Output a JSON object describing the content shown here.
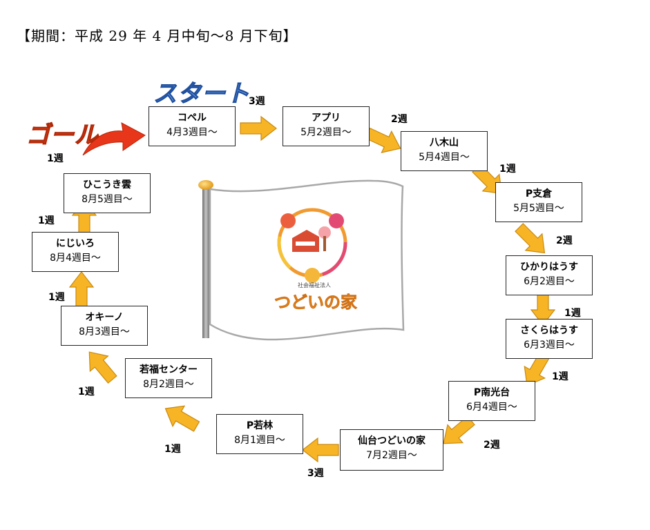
{
  "period": "【期間：平成 29 年 4 月中旬～8 月下旬】",
  "start_label": "スタート",
  "goal_label": "ゴール",
  "org": {
    "small": "社会福祉法人",
    "name": "つどいの家"
  },
  "stops": [
    {
      "name": "コペル",
      "date": "4月3週目～"
    },
    {
      "name": "アプリ",
      "date": "5月2週目～"
    },
    {
      "name": "八木山",
      "date": "5月4週目～"
    },
    {
      "name": "P支倉",
      "date": "5月5週目～"
    },
    {
      "name": "ひかりはうす",
      "date": "6月2週目～"
    },
    {
      "name": "さくらはうす",
      "date": "6月3週目～"
    },
    {
      "name": "P南光台",
      "date": "6月4週目～"
    },
    {
      "name": "仙台つどいの家",
      "date": "7月2週目～"
    },
    {
      "name": "P若林",
      "date": "8月1週目～"
    },
    {
      "name": "若福センター",
      "date": "8月2週目～"
    },
    {
      "name": "オキーノ",
      "date": "8月3週目～"
    },
    {
      "name": "にじいろ",
      "date": "8月4週目～"
    },
    {
      "name": "ひこうき雲",
      "date": "8月5週目～"
    }
  ],
  "weeks": [
    "3週",
    "2週",
    "1週",
    "2週",
    "1週",
    "1週",
    "2週",
    "3週",
    "1週",
    "1週",
    "1週",
    "1週",
    "1週"
  ],
  "colors": {
    "arrow_fill": "#f7b425",
    "arrow_stroke": "#c98a10",
    "goal_arrow": "#e8361a"
  }
}
